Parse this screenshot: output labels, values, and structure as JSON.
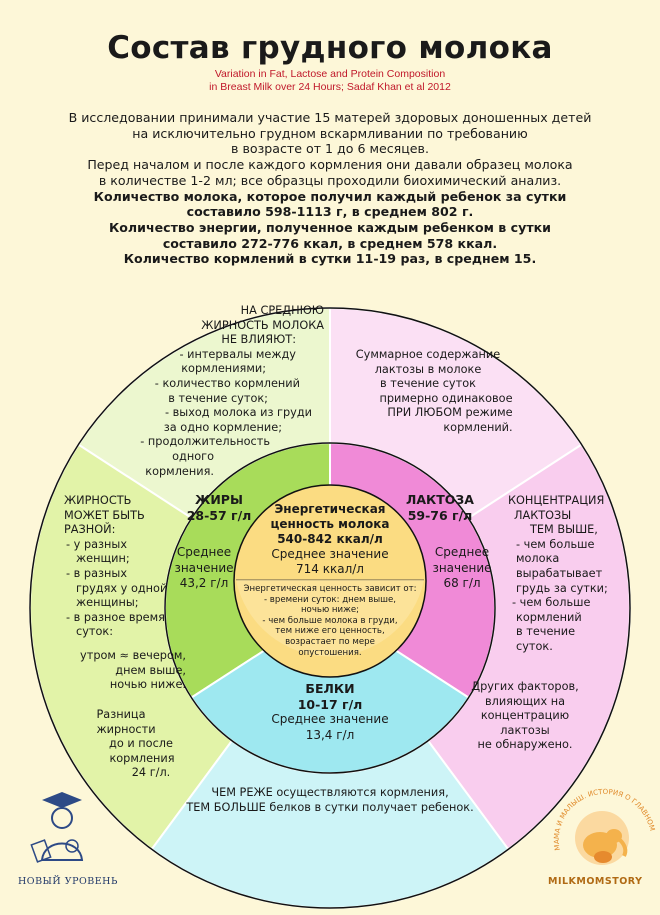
{
  "header": {
    "title": "Состав грудного молока",
    "subtitle_lines": [
      "Variation in Fat, Lactose and Protein Composition",
      "in Breast Milk over 24 Hours; Sadaf Khan et al 2012"
    ]
  },
  "intro": {
    "lines": [
      "В исследовании принимали участие 15 матерей здоровых доношенных детей",
      "на исключительно грудном вскармливании по требованию",
      "в возрасте от 1 до 6 месяцев.",
      "Перед началом и после каждого кормления они давали образец молока",
      "в количестве 1-2 мл; все образцы проходили биохимический анализ."
    ],
    "bold_lines": [
      "Количество молока, которое получил каждый ребенок за сутки",
      "составило 598-1113 г, в среднем 802 г.",
      "Количество энергии, полученное каждым ребенком в сутки",
      "составило 272-776 ккал, в среднем 578 ккал.",
      "Количество кормлений в сутки 11-19 раз, в среднем 15."
    ]
  },
  "center": {
    "lines": [
      "Энергетическая",
      "ценность молока",
      "540-842 ккал/л"
    ],
    "avg": [
      "Среднее значение",
      "714 ккал/л"
    ],
    "note": [
      "Энергетическая ценность зависит от:",
      "- времени суток: днем выше,",
      "ночью ниже;",
      "- чем больше молока в груди,",
      "тем ниже его ценность,",
      "возрастает по мере",
      "опустошения."
    ]
  },
  "fats": {
    "title": "ЖИРЫ",
    "range": "28-57 г/л",
    "avg": [
      "Среднее",
      "значение",
      "43,2 г/л"
    ]
  },
  "lactose": {
    "title": "ЛАКТОЗА",
    "range": "59-76 г/л",
    "avg": [
      "Среднее",
      "значение",
      "68 г/л"
    ]
  },
  "protein": {
    "title": "БЕЛКИ",
    "range": "10-17 г/л",
    "avg": [
      "Среднее значение",
      "13,4 г/л"
    ]
  },
  "outer": {
    "fat_top": [
      "НА СРЕДНЮЮ",
      "ЖИРНОСТЬ МОЛОКА",
      "НЕ ВЛИЯЮТ:",
      "- интервалы между",
      "кормлениями;",
      "- количество кормлений",
      "в течение суток;",
      "- выход молока из груди",
      "за одно кормление;",
      "- продолжительность",
      "одного",
      "кормления."
    ],
    "fat_left": [
      "ЖИРНОСТЬ",
      "МОЖЕТ БЫТЬ",
      "РАЗНОЙ:",
      "- у разных",
      "женщин;",
      "- в разных",
      "грудях у одной",
      "женщины;",
      "- в разное время",
      "суток:"
    ],
    "fat_left2": [
      "утром ≈ вечером,",
      "днем выше,",
      "ночью ниже."
    ],
    "fat_left3": [
      "Разница",
      "жирности",
      "до и после",
      "кормления",
      "24 г/л."
    ],
    "lactose_top": [
      "Суммарное содержание",
      "лактозы в молоке",
      "в течение суток",
      "примерно одинаковое",
      "ПРИ ЛЮБОМ режиме",
      "кормлений."
    ],
    "lactose_right": [
      "КОНЦЕНТРАЦИЯ",
      "ЛАКТОЗЫ",
      "ТЕМ ВЫШЕ,",
      "- чем больше",
      "молока",
      "вырабатывает",
      "грудь за сутки;",
      "- чем больше",
      "кормлений",
      "в течение",
      "суток."
    ],
    "lactose_right2": [
      "Других факторов,",
      "влияющих на",
      "концентрацию",
      "лактозы",
      "не обнаружено."
    ],
    "protein_bottom": [
      "ЧЕМ РЕЖЕ осуществляются кормления,",
      "ТЕМ БОЛЬШЕ белков в сутки получает ребенок."
    ]
  },
  "logos": {
    "left": "НОВЫЙ УРОВЕНЬ",
    "right": "MILKMOMSTORY",
    "right_arc": "МАМА И МАЛЫШ. ИСТОРИЯ О ГЛАВНОМ"
  },
  "colors": {
    "background": "#fdf7d8",
    "fat_outer": "#ecf7cf",
    "fat_inner": "#a8dc5a",
    "lactose_outer": "#fad7ef",
    "lactose_inner": "#f08ad7",
    "protein_outer": "#c9f3f6",
    "protein_inner": "#9ee8f0",
    "center": "#fbdc82",
    "subtitle": "#c0182a"
  }
}
